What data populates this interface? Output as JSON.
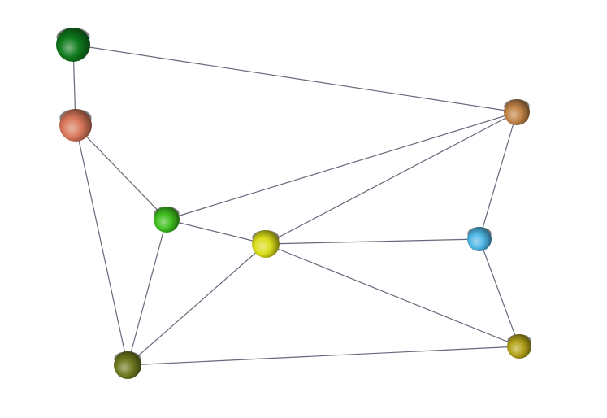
{
  "graph": {
    "nodes": [
      {
        "id": "n1",
        "color": "#0f7a1c"
      },
      {
        "id": "n2",
        "color": "#d9785c"
      },
      {
        "id": "n3",
        "color": "#c28448"
      },
      {
        "id": "n4",
        "color": "#3fbf1e"
      },
      {
        "id": "n5",
        "color": "#d9dd1a"
      },
      {
        "id": "n6",
        "color": "#4fb7e6"
      },
      {
        "id": "n7",
        "color": "#6f7a20"
      },
      {
        "id": "n8",
        "color": "#b3a21a"
      }
    ],
    "edges": [
      [
        "n1",
        "n2"
      ],
      [
        "n1",
        "n3"
      ],
      [
        "n2",
        "n4"
      ],
      [
        "n2",
        "n7"
      ],
      [
        "n3",
        "n4"
      ],
      [
        "n3",
        "n5"
      ],
      [
        "n3",
        "n6"
      ],
      [
        "n4",
        "n5"
      ],
      [
        "n4",
        "n7"
      ],
      [
        "n5",
        "n6"
      ],
      [
        "n5",
        "n7"
      ],
      [
        "n5",
        "n8"
      ],
      [
        "n6",
        "n8"
      ],
      [
        "n7",
        "n8"
      ]
    ]
  }
}
